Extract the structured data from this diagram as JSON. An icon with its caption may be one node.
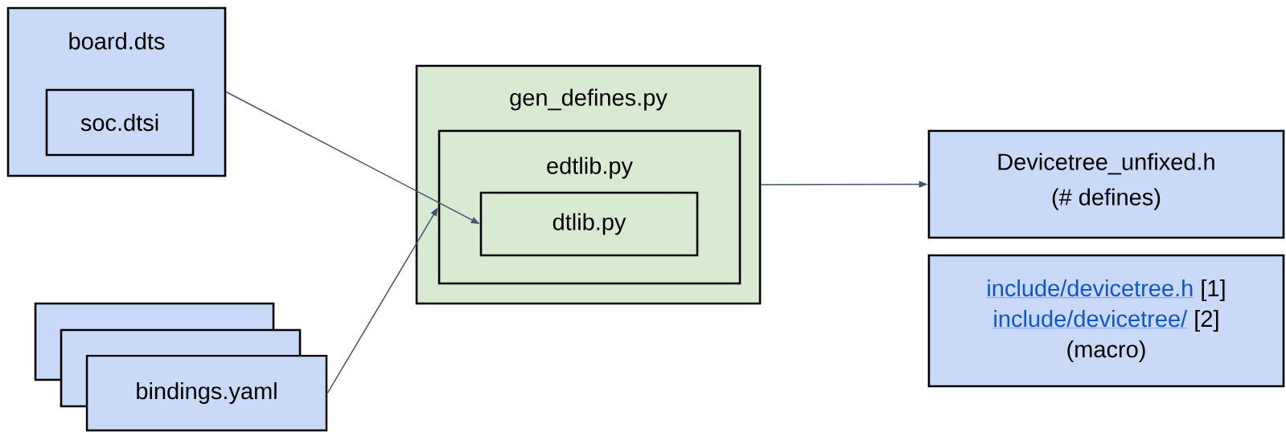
{
  "diagram": {
    "nodes": [
      {
        "text": [
          "board.dts"
        ]
      },
      {
        "text": [
          "soc.dtsi"
        ],
        "in": 0
      },
      {
        "text": [],
        "shape": "box"
      },
      {
        "text": [],
        "shape": "box"
      },
      {
        "text": [
          "bindings.yaml"
        ]
      },
      {
        "text": [
          "gen_defines.py"
        ]
      },
      {
        "text": [
          "edtlib.py"
        ],
        "in": 5
      },
      {
        "text": [
          "dtlib.py"
        ],
        "in": 6
      },
      {
        "text": [
          "Devicetree_unfixed.h",
          "(# defines)"
        ]
      },
      {
        "text": [
          "include/devicetree.h",
          "[1]",
          "include/devicetree/",
          "[2]",
          "(macro)"
        ]
      }
    ],
    "edges": [
      {
        "from": 0,
        "to": 7,
        "arrow": "to"
      },
      {
        "from": 4,
        "to": 6,
        "arrow": "to"
      },
      {
        "from": 5,
        "to": 8,
        "arrow": "to"
      }
    ]
  }
}
